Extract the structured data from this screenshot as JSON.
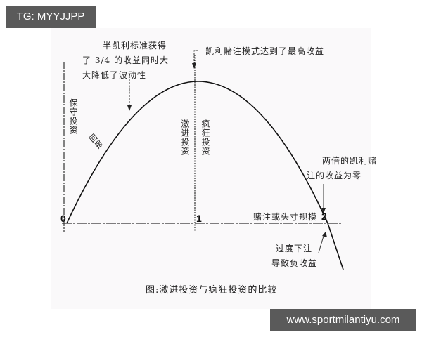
{
  "watermarks": {
    "top_left": "TG: MYYJJPP",
    "bottom_right": "www.sportmilantiyu.com"
  },
  "diagram": {
    "annotations": {
      "half_kelly": [
        "半凯利标准获得",
        "了 3/4 的收益同时大",
        "大降低了波动性"
      ],
      "full_kelly": "凯利赌注模式达到了最高收益",
      "double_kelly": [
        "两倍的凯利赌",
        "注的收益为零"
      ],
      "overbet": [
        "过度下注",
        "导致负收益"
      ]
    },
    "vertical_labels": {
      "conservative": "保守投资",
      "aggressive": "激进投资",
      "crazy": "疯狂投资",
      "return": "回报"
    },
    "axis": {
      "x_label": "赌注或头寸规模",
      "ticks": [
        "0",
        "1",
        "2"
      ]
    },
    "caption": "图:激进投资与疯狂投资的比较"
  }
}
